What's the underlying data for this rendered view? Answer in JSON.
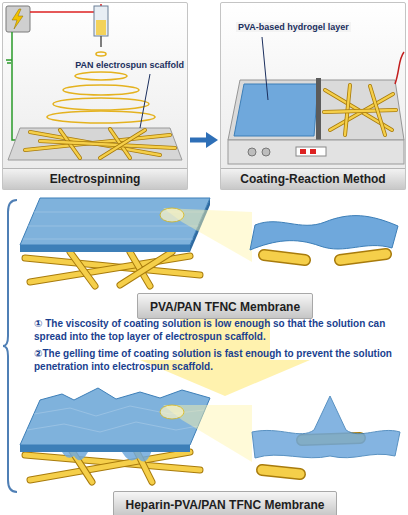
{
  "diagram": {
    "nodes": [
      {
        "text": [
          "Electrospinning"
        ]
      },
      {
        "text": [
          "Coating-Reaction Method"
        ]
      },
      {
        "text": [
          "PVA/PAN TFNC Membrane"
        ]
      },
      {
        "text": [
          "Heparin-PVA/PAN TFNC Membrane"
        ]
      }
    ],
    "edges": [
      {
        "from": 0,
        "to": 1,
        "arrow": "to"
      }
    ],
    "labels": [
      "PAN electrospun scaffold",
      "PVA-based hydrogel layer",
      "① The viscosity of coating solution is low enough so that the solution can spread into the top layer of electrospun scaffold.",
      "②The gelling time of coating solution is fast enough to prevent the solution penetration into electrospun scaffold."
    ]
  }
}
